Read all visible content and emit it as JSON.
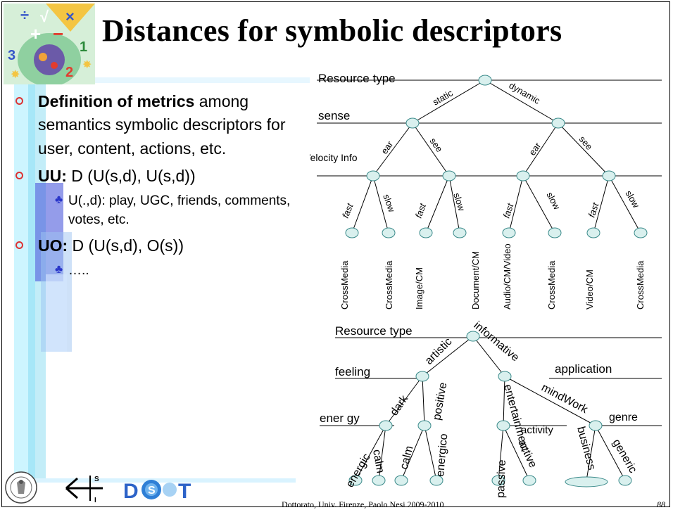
{
  "title": "Distances for symbolic descriptors",
  "bullets": {
    "item1": {
      "bold": "Definition of metrics",
      "rest": " among semantics symbolic descriptors for user, content, actions, etc."
    },
    "item2": {
      "bold": "UU:",
      "rest": "  D (U(s,d), U(s,d))"
    },
    "item2_sub": "U(.,d): play, UGC, friends, comments, votes, etc.",
    "item3": {
      "bold": "UO:",
      "rest": "  D (U(s,d), O(s))"
    },
    "item3_sub": "….."
  },
  "tree1": {
    "levels": [
      "Resource type",
      "sense",
      "Velocity Info"
    ],
    "edges": [
      "static",
      "dynamic",
      "ear",
      "see",
      "ear",
      "see",
      "fast",
      "slow",
      "fast",
      "slow",
      "fast",
      "slow",
      "fast",
      "slow"
    ],
    "leaves": [
      "CrossMedia",
      "CrossMedia",
      "Image/CM",
      "Document/CM",
      "Audio/CM/Video",
      "CrossMedia",
      "Video/CM",
      "CrossMedia"
    ]
  },
  "tree2": {
    "levels": [
      "Resource type",
      "feeling",
      "ener gy",
      "application",
      "activity",
      "genre"
    ],
    "edges": [
      "artistic",
      "informative",
      "dark",
      "positive",
      "entertainment",
      "mindWork",
      "energic",
      "calm",
      "calm",
      "energico",
      "passive",
      "active",
      "business",
      "generic"
    ]
  },
  "footer": "Dottorato, Univ. Firenze, Paolo Nesi 2009-2010",
  "page_number": "88",
  "logos": [
    "university-seal",
    "dsi-logo",
    "disit-logo"
  ]
}
